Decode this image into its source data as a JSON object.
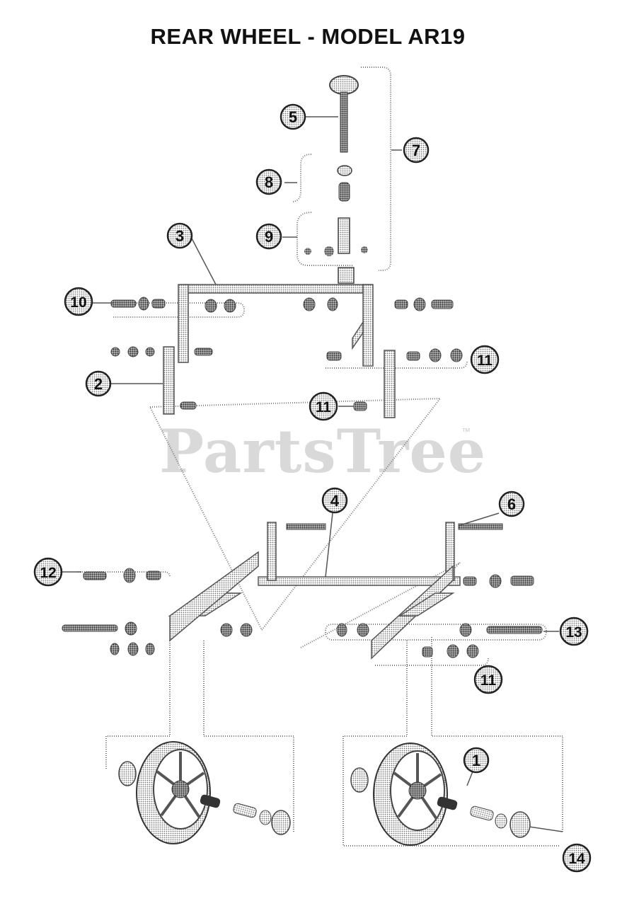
{
  "diagram": {
    "title": "REAR WHEEL - MODEL AR19",
    "watermark": "PartsTree",
    "trademark": "™",
    "callouts": [
      {
        "id": "callout-1",
        "label": "1"
      },
      {
        "id": "callout-2",
        "label": "2"
      },
      {
        "id": "callout-3",
        "label": "3"
      },
      {
        "id": "callout-4",
        "label": "4"
      },
      {
        "id": "callout-5",
        "label": "5"
      },
      {
        "id": "callout-6",
        "label": "6"
      },
      {
        "id": "callout-7",
        "label": "7"
      },
      {
        "id": "callout-8",
        "label": "8"
      },
      {
        "id": "callout-9",
        "label": "9"
      },
      {
        "id": "callout-10",
        "label": "10"
      },
      {
        "id": "callout-11a",
        "label": "11"
      },
      {
        "id": "callout-11b",
        "label": "11"
      },
      {
        "id": "callout-11c",
        "label": "11"
      },
      {
        "id": "callout-12",
        "label": "12"
      },
      {
        "id": "callout-13",
        "label": "13"
      },
      {
        "id": "callout-14",
        "label": "14"
      }
    ]
  }
}
